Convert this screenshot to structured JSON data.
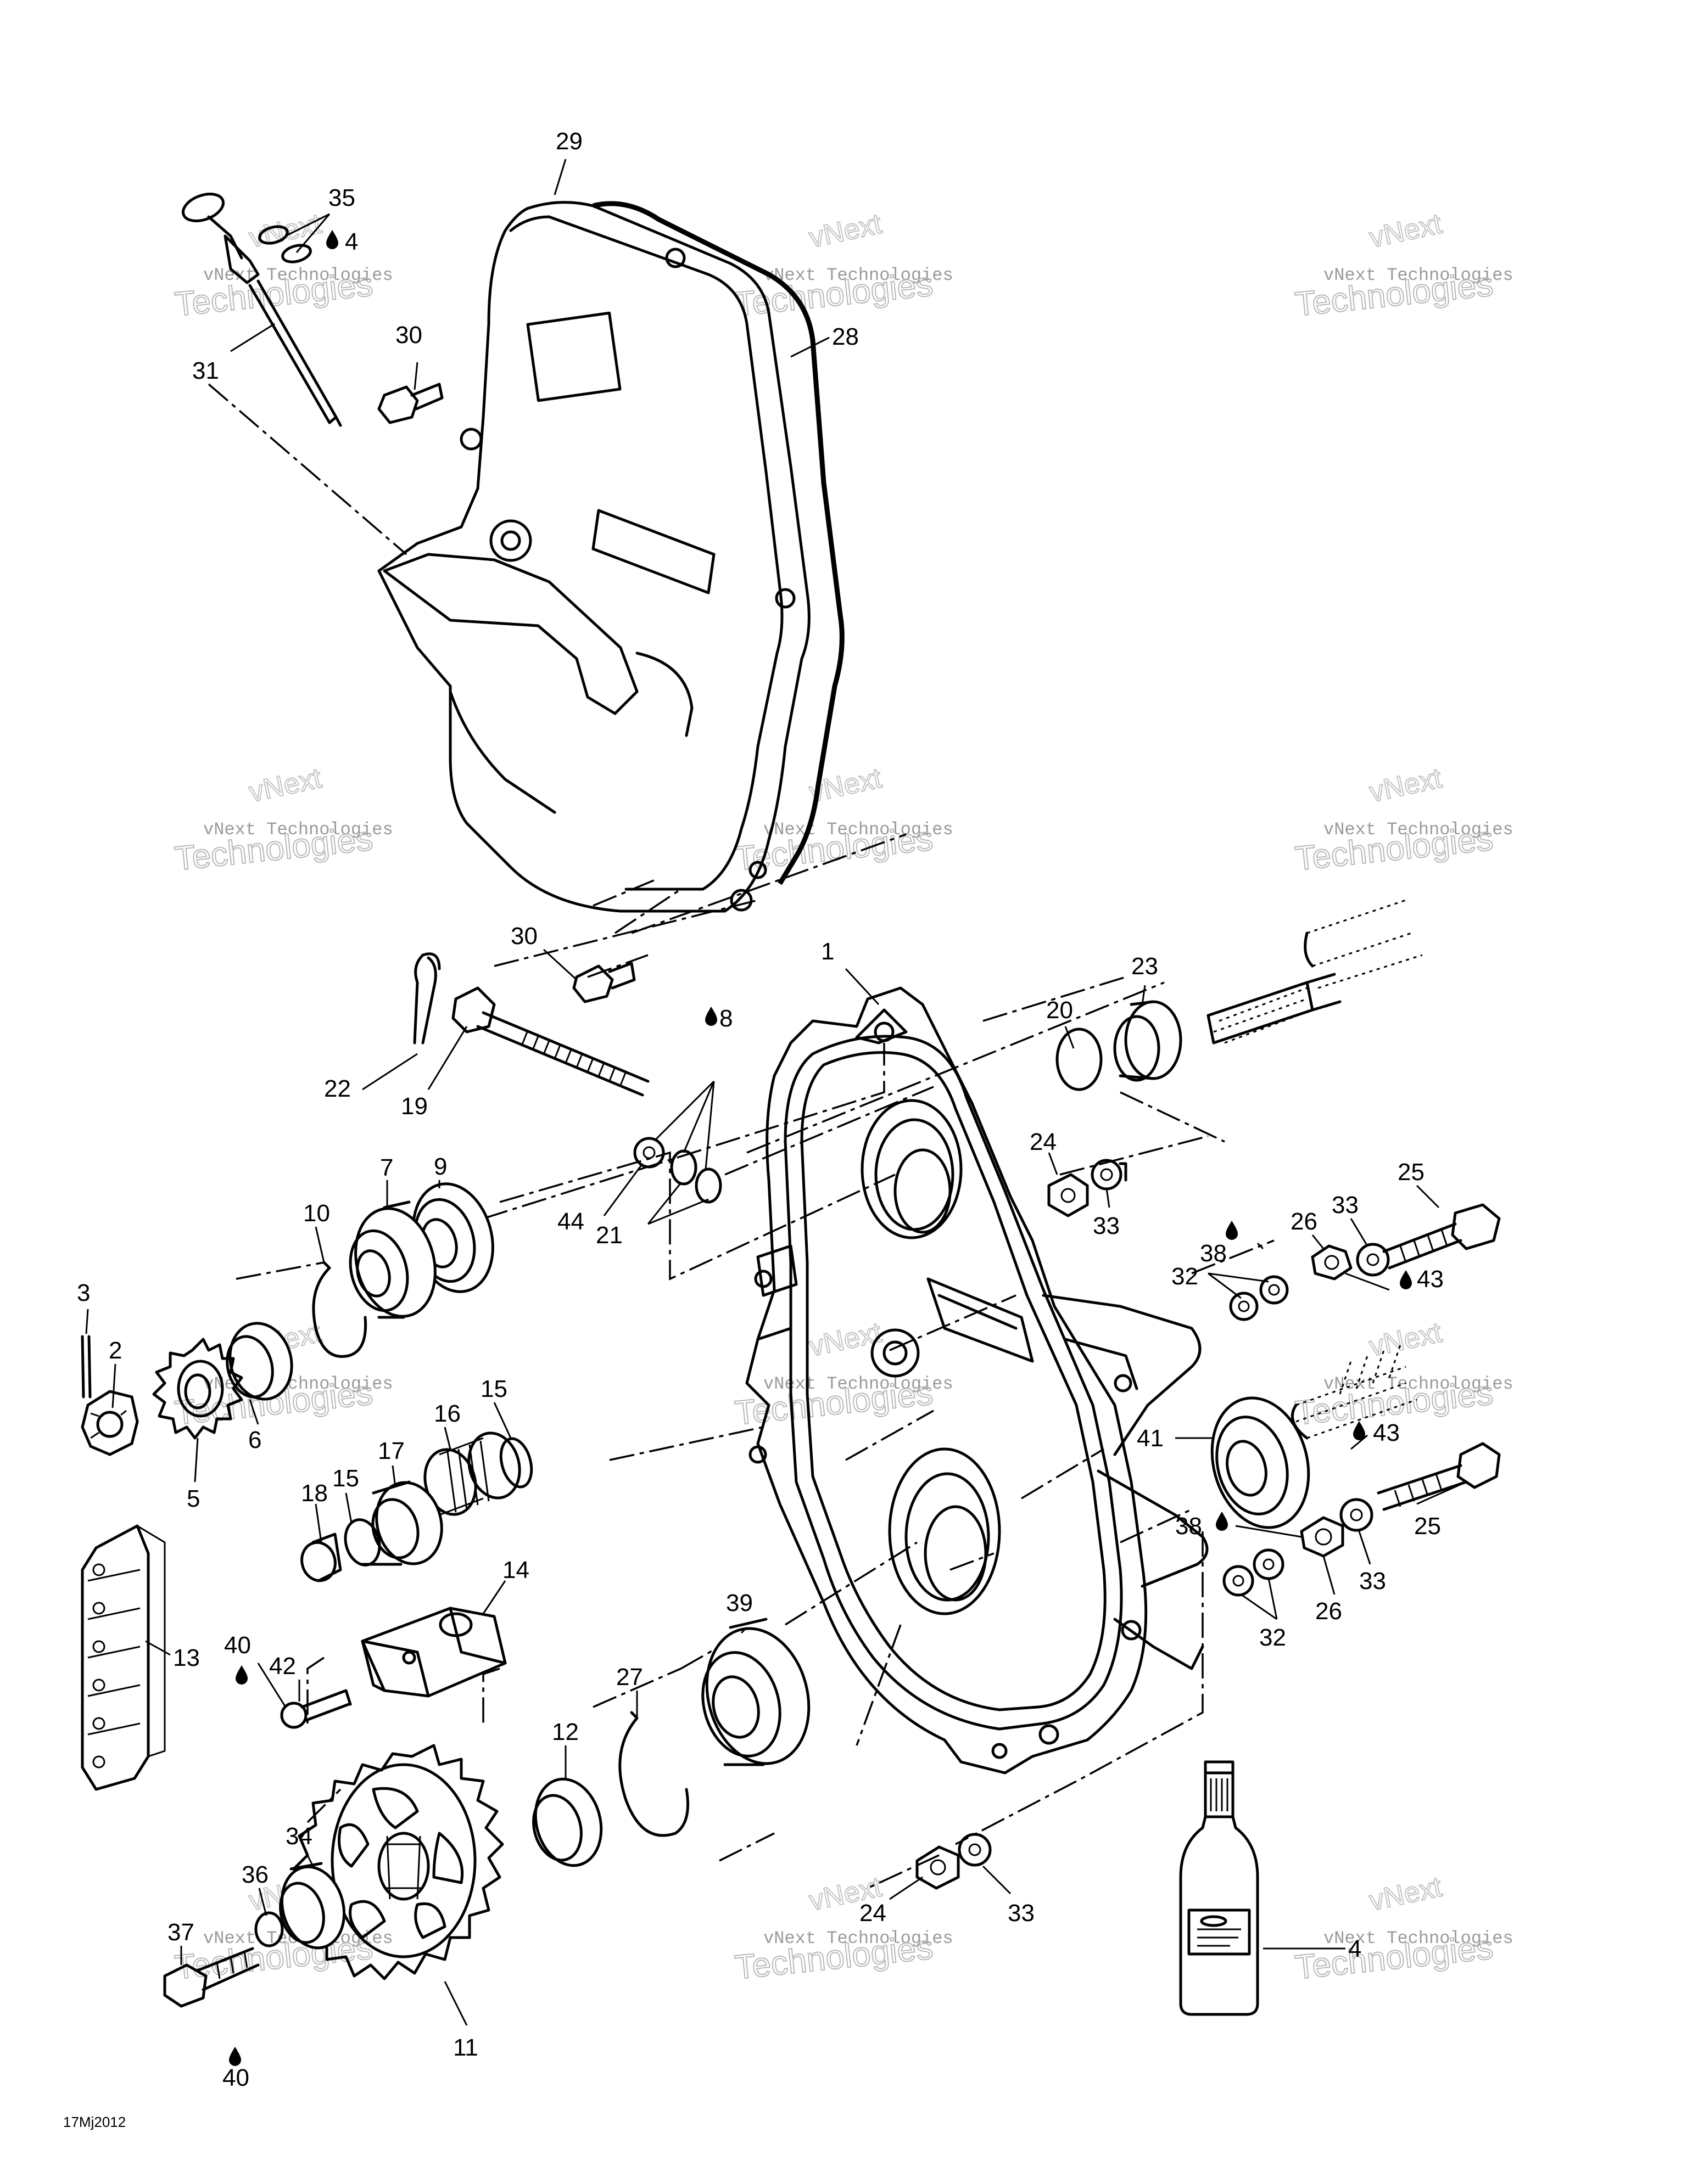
{
  "diagram": {
    "reference_code": "17Mj2012",
    "watermark": {
      "line1": "vNext Technologies",
      "line2": "Technologies",
      "line3": "vNext"
    },
    "callouts": [
      {
        "id": "c29",
        "text": "29"
      },
      {
        "id": "c35",
        "text": "35"
      },
      {
        "id": "c4a",
        "text": "4"
      },
      {
        "id": "c30a",
        "text": "30"
      },
      {
        "id": "c28",
        "text": "28"
      },
      {
        "id": "c31",
        "text": "31"
      },
      {
        "id": "c30b",
        "text": "30"
      },
      {
        "id": "c1",
        "text": "1"
      },
      {
        "id": "c23",
        "text": "23"
      },
      {
        "id": "c20",
        "text": "20"
      },
      {
        "id": "c22",
        "text": "22"
      },
      {
        "id": "c8",
        "text": "8"
      },
      {
        "id": "c19",
        "text": "19"
      },
      {
        "id": "c24a",
        "text": "24"
      },
      {
        "id": "c33a",
        "text": "33"
      },
      {
        "id": "c25a",
        "text": "25"
      },
      {
        "id": "c9",
        "text": "9"
      },
      {
        "id": "c7",
        "text": "7"
      },
      {
        "id": "c44",
        "text": "44"
      },
      {
        "id": "c21",
        "text": "21"
      },
      {
        "id": "c26a",
        "text": "26"
      },
      {
        "id": "c33b",
        "text": "33"
      },
      {
        "id": "c10",
        "text": "10"
      },
      {
        "id": "c38a",
        "text": "38"
      },
      {
        "id": "c32a",
        "text": "32"
      },
      {
        "id": "c43a",
        "text": "43"
      },
      {
        "id": "c3",
        "text": "3"
      },
      {
        "id": "c2",
        "text": "2"
      },
      {
        "id": "c15a",
        "text": "15"
      },
      {
        "id": "c16",
        "text": "16"
      },
      {
        "id": "c41",
        "text": "41"
      },
      {
        "id": "c6",
        "text": "6"
      },
      {
        "id": "c17",
        "text": "17"
      },
      {
        "id": "c15b",
        "text": "15"
      },
      {
        "id": "c43b",
        "text": "43"
      },
      {
        "id": "c5",
        "text": "5"
      },
      {
        "id": "c18",
        "text": "18"
      },
      {
        "id": "c38b",
        "text": "38"
      },
      {
        "id": "c25b",
        "text": "25"
      },
      {
        "id": "c33c",
        "text": "33"
      },
      {
        "id": "c14",
        "text": "14"
      },
      {
        "id": "c39",
        "text": "39"
      },
      {
        "id": "c26b",
        "text": "26"
      },
      {
        "id": "c40a",
        "text": "40"
      },
      {
        "id": "c42",
        "text": "42"
      },
      {
        "id": "c13",
        "text": "13"
      },
      {
        "id": "c27",
        "text": "27"
      },
      {
        "id": "c32b",
        "text": "32"
      },
      {
        "id": "c12",
        "text": "12"
      },
      {
        "id": "c34",
        "text": "34"
      },
      {
        "id": "c36",
        "text": "36"
      },
      {
        "id": "c37",
        "text": "37"
      },
      {
        "id": "c24b",
        "text": "24"
      },
      {
        "id": "c33d",
        "text": "33"
      },
      {
        "id": "c4b",
        "text": "4"
      },
      {
        "id": "c11",
        "text": "11"
      },
      {
        "id": "c40b",
        "text": "40"
      }
    ]
  }
}
